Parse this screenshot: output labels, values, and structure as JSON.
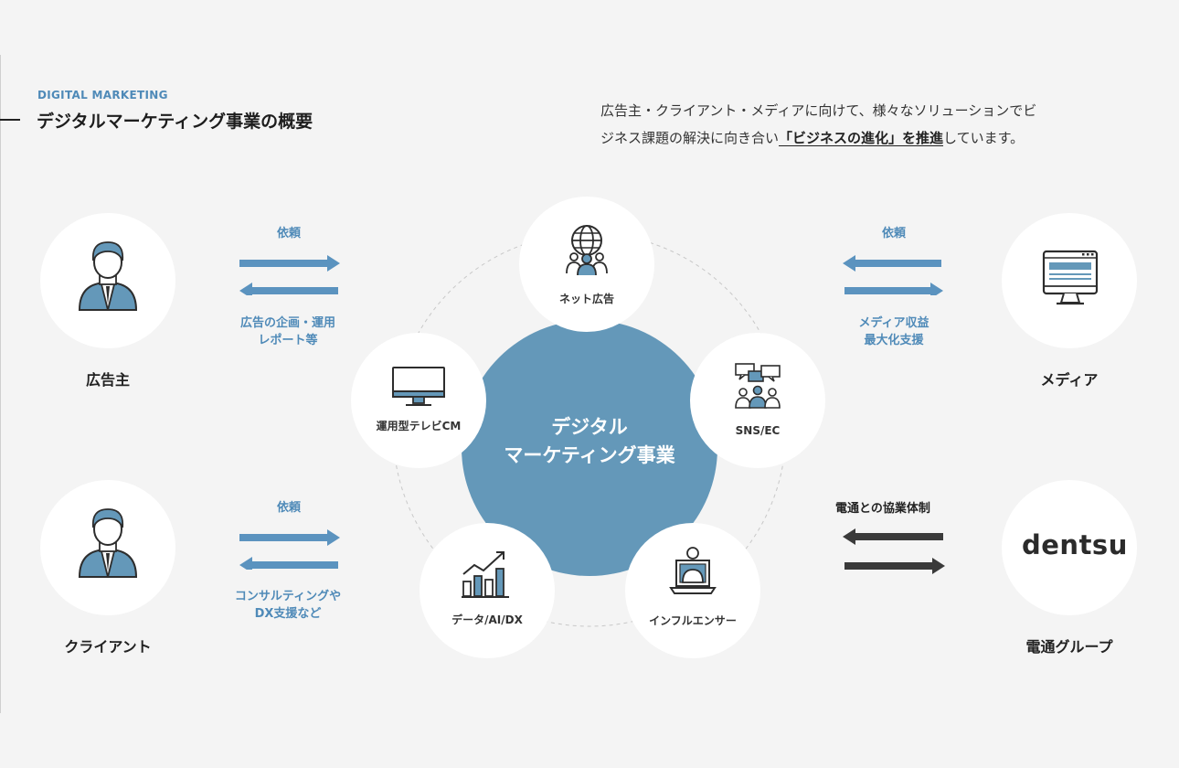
{
  "header": {
    "eyebrow": "DIGITAL MARKETING",
    "title": "デジタルマーケティング事業の概要"
  },
  "intro": {
    "line1_pre": "広告主・クライアント・メディアに向けて、様々なソリューションでビ",
    "line2_pre": "ジネス課題の解決に向き合い",
    "highlight": "「ビジネスの進化」を推進",
    "line2_post": "しています。"
  },
  "center": {
    "line1": "デジタル",
    "line2": "マーケティング事業"
  },
  "nodes": {
    "net_ad": "ネット広告",
    "sns_ec": "SNS/EC",
    "tv_cm": "運用型テレビCM",
    "data_ai_dx": "データ/AI/DX",
    "influencer": "インフルエンサー"
  },
  "actors": {
    "advertiser": "広告主",
    "client": "クライアント",
    "media": "メディア",
    "dentsu_group": "電通グループ",
    "dentsu_logo": "dentsu"
  },
  "flows": {
    "advertiser_request": "依頼",
    "advertiser_offer_line1": "広告の企画・運用",
    "advertiser_offer_line2": "レポート等",
    "client_request": "依頼",
    "client_offer_line1": "コンサルティングや",
    "client_offer_line2": "DX支援など",
    "media_request": "依頼",
    "media_offer_line1": "メディア収益",
    "media_offer_line2": "最大化支援",
    "dentsu_collab": "電通との協業体制"
  },
  "colors": {
    "accent": "#4f8ab8",
    "center": "#6498b9",
    "arrow_blue": "#5b93bf",
    "arrow_dark": "#3a3a3a",
    "background": "#f4f4f4"
  },
  "icons": {
    "advertiser": "business-person-icon",
    "client": "business-person-icon",
    "media": "monitor-icon",
    "net_ad": "globe-people-icon",
    "sns_ec": "chat-people-icon",
    "tv_cm": "tv-icon",
    "data_ai_dx": "bar-chart-icon",
    "influencer": "streamer-laptop-icon"
  }
}
